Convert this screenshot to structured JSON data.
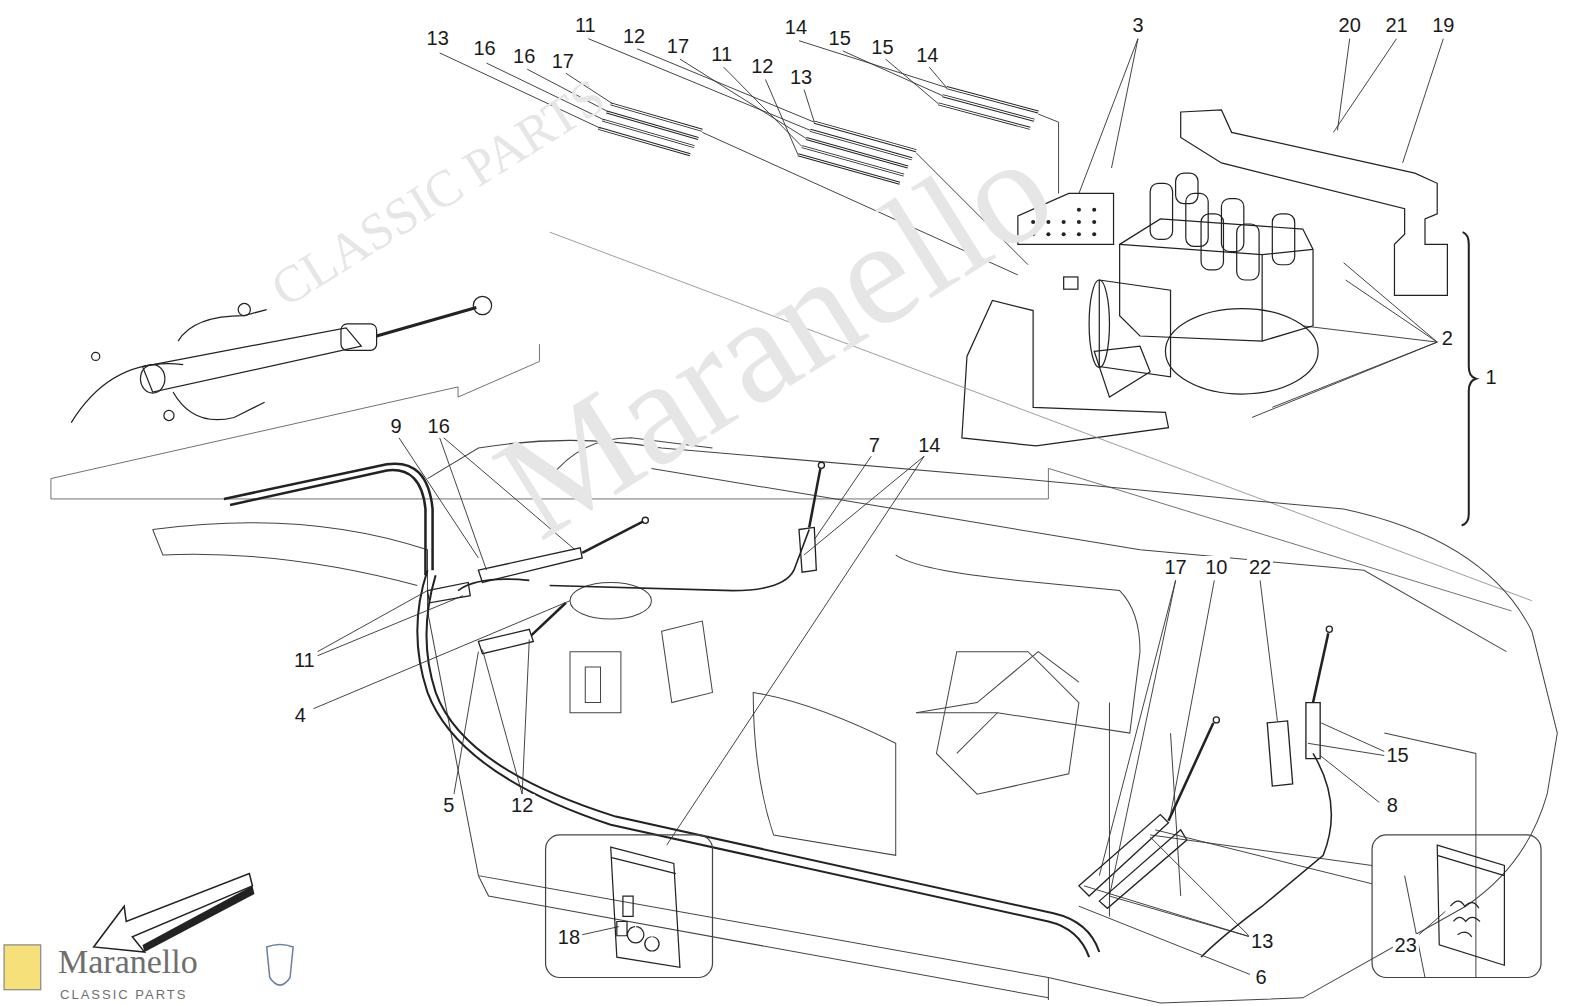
{
  "diagram": {
    "labels": [
      "13",
      "16",
      "16",
      "17",
      "11",
      "12",
      "17",
      "11",
      "12",
      "13",
      "14",
      "15",
      "15",
      "14",
      "3",
      "20",
      "21",
      "19",
      "2",
      "1",
      "9",
      "16",
      "7",
      "14",
      "11",
      "4",
      "5",
      "12",
      "17",
      "10",
      "22",
      "15",
      "8",
      "13",
      "6",
      "18",
      "23",
      "Maranello",
      "CLASSIC PARTS",
      "Maranello",
      "CLASSIC PARTS"
    ]
  }
}
